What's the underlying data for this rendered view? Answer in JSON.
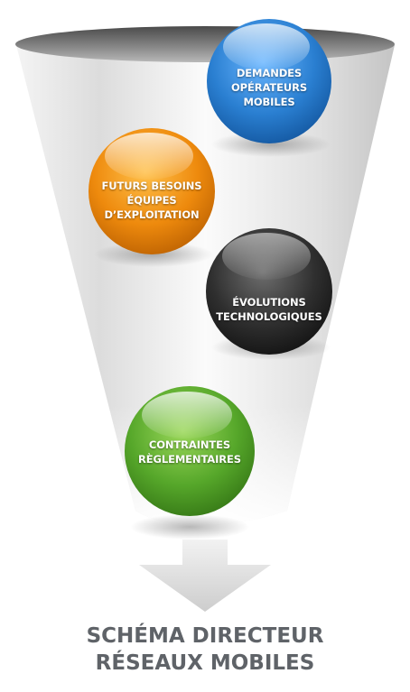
{
  "funnel": {
    "inputs": [
      {
        "lines": [
          "DEMANDES",
          "OPÉRATEURS",
          "MOBILES"
        ],
        "color": "blue"
      },
      {
        "lines": [
          "FUTURS BESOINS",
          "ÉQUIPES",
          "D’EXPLOITATION"
        ],
        "color": "orange"
      },
      {
        "lines": [
          "ÉVOLUTIONS",
          "TECHNOLOGIQUES"
        ],
        "color": "black"
      },
      {
        "lines": [
          "CONTRAINTES",
          "RÈGLEMENTAIRES"
        ],
        "color": "green"
      }
    ]
  },
  "output": {
    "lines": [
      "SCHÉMA DIRECTEUR",
      "RÉSEAUX MOBILES"
    ]
  },
  "colors": {
    "blue": "#2f86d6",
    "orange": "#ef8a10",
    "black": "#2a2a2a",
    "green": "#5cac2c",
    "arrow": "#d4d4d4",
    "title": "#5f6368"
  }
}
